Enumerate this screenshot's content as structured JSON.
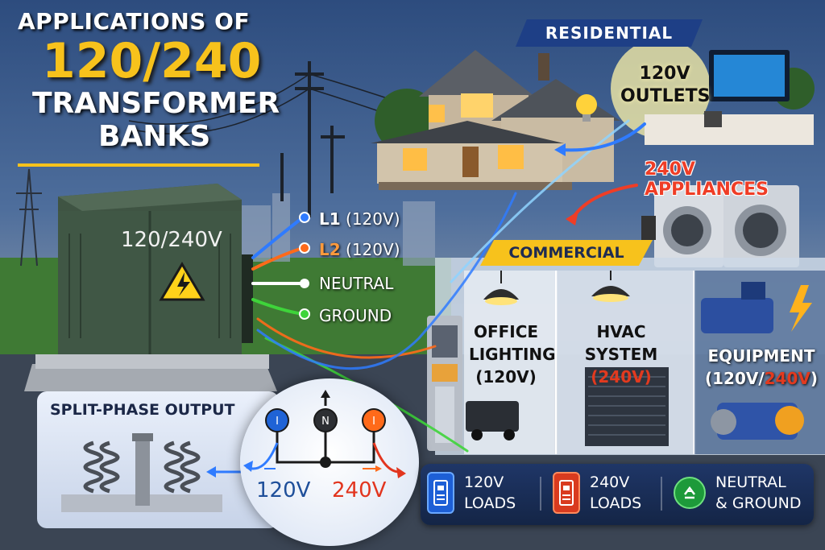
{
  "title": {
    "line1": "APPLICATIONS OF",
    "line2": "120/240",
    "line3": "TRANSFORMER",
    "line4": "BANKS"
  },
  "residential": {
    "banner": "RESIDENTIAL",
    "outlets_line1": "120V",
    "outlets_line2": "OUTLETS",
    "appliances": "240V APPLIANCES"
  },
  "transformer": {
    "label": "120/240V"
  },
  "wires": {
    "l1_key": "L1",
    "l1_value": "(120V)",
    "l2_key": "L2",
    "l2_value": "(120V)",
    "neutral": "NEUTRAL",
    "ground": "GROUND"
  },
  "commercial": {
    "banner": "COMMERCIAL",
    "office_line1": "OFFICE",
    "office_line2": "LIGHTING",
    "office_line3": "(120V)",
    "hvac_line1": "HVAC SYSTEM",
    "hvac_line2": "(240V)",
    "equip_line1": "EQUIPMENT",
    "equip_open": "(120V/",
    "equip_red": "240V",
    "equip_close": ")"
  },
  "split_phase": {
    "title": "SPLIT-PHASE OUTPUT",
    "term_left": "I",
    "term_mid": "N",
    "term_right": "I",
    "v120": "120V",
    "v240": "240V"
  },
  "loads": {
    "l120_line1": "120V",
    "l120_line2": "LOADS",
    "l240_line1": "240V",
    "l240_line2": "LOADS",
    "ng_line1": "NEUTRAL",
    "ng_line2": "& GROUND"
  },
  "colors": {
    "accent_yellow": "#f7c21c",
    "banner_blue": "#1e3f86",
    "line_blue": "#2f7bff",
    "line_orange": "#ff6a1a",
    "line_green": "#3ed43a",
    "alert_red": "#e2351e"
  },
  "icons": [
    "warning-bolt-icon",
    "lightbulb-icon",
    "blue-panel-icon",
    "red-panel-icon",
    "recycle-ground-icon",
    "lightning-icon"
  ]
}
